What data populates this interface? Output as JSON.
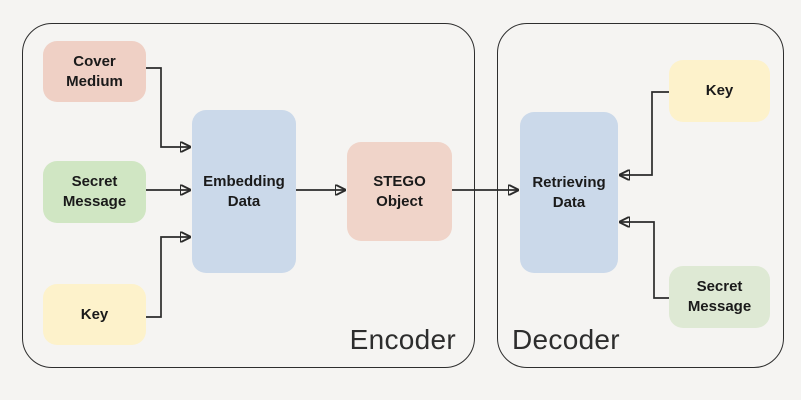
{
  "title": "Steganography encoder-decoder diagram",
  "colors": {
    "background": "#f5f4f2",
    "container_border": "#2e2e2e",
    "line": "#2b2b2b",
    "node_text": "#1a1a1a",
    "group_label_text": "#2d2d2d"
  },
  "groups": {
    "encoder": {
      "label": "Encoder"
    },
    "decoder": {
      "label": "Decoder"
    }
  },
  "nodes": [
    {
      "id": "cover-medium",
      "label": "Cover Medium",
      "fill": "#efd0c5",
      "group": "encoder"
    },
    {
      "id": "secret-message-encoder",
      "label": "Secret Message",
      "fill": "#d0e6c3",
      "group": "encoder"
    },
    {
      "id": "key-encoder",
      "label": "Key",
      "fill": "#fdf2cb",
      "group": "encoder"
    },
    {
      "id": "embedding-data",
      "label": "Embedding Data",
      "fill": "#cbd9ea",
      "group": "encoder"
    },
    {
      "id": "stego-object",
      "label": "STEGO Object",
      "fill": "#f0d4c9",
      "group": "encoder"
    },
    {
      "id": "retrieving-data",
      "label": "Retrieving Data",
      "fill": "#cbd9ea",
      "group": "decoder"
    },
    {
      "id": "key-decoder",
      "label": "Key",
      "fill": "#fdf2cb",
      "group": "decoder"
    },
    {
      "id": "secret-message-decoder",
      "label": "Secret Message",
      "fill": "#dee9d4",
      "group": "decoder"
    }
  ],
  "edges": [
    {
      "from": "cover-medium",
      "to": "embedding-data"
    },
    {
      "from": "secret-message-encoder",
      "to": "embedding-data"
    },
    {
      "from": "key-encoder",
      "to": "embedding-data"
    },
    {
      "from": "embedding-data",
      "to": "stego-object"
    },
    {
      "from": "stego-object",
      "to": "retrieving-data"
    },
    {
      "from": "key-decoder",
      "to": "retrieving-data"
    },
    {
      "from": "secret-message-decoder",
      "to": "retrieving-data"
    }
  ]
}
